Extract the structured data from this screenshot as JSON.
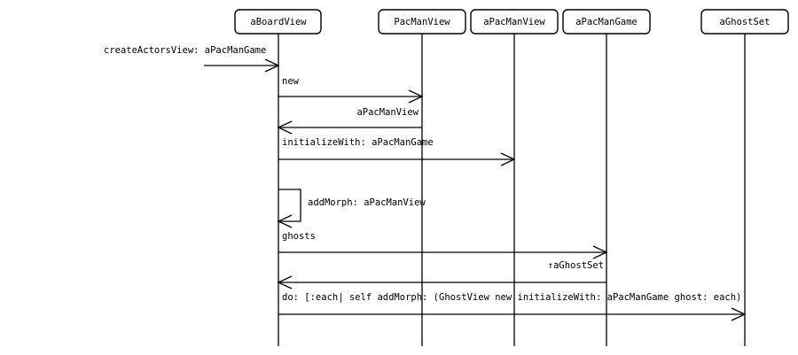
{
  "participants": [
    {
      "id": "aBoardView",
      "label": "aBoardView"
    },
    {
      "id": "PacManView",
      "label": "PacManView"
    },
    {
      "id": "aPacManView",
      "label": "aPacManView"
    },
    {
      "id": "aPacManGame",
      "label": "aPacManGame"
    },
    {
      "id": "aGhostSet",
      "label": "aGhostSet"
    }
  ],
  "messages": [
    {
      "from": "external",
      "to": "aBoardView",
      "label": "createActorsView: aPacManGame",
      "kind": "call"
    },
    {
      "from": "aBoardView",
      "to": "PacManView",
      "label": "new",
      "kind": "call"
    },
    {
      "from": "PacManView",
      "to": "aBoardView",
      "label": "aPacManView",
      "kind": "return"
    },
    {
      "from": "aBoardView",
      "to": "aPacManView",
      "label": "initializeWith: aPacManGame",
      "kind": "call"
    },
    {
      "from": "aBoardView",
      "to": "aBoardView",
      "label": "addMorph: aPacManView",
      "kind": "self"
    },
    {
      "from": "aBoardView",
      "to": "aPacManGame",
      "label": "ghosts",
      "kind": "call"
    },
    {
      "from": "aPacManGame",
      "to": "aBoardView",
      "label": "↑aGhostSet",
      "kind": "return"
    },
    {
      "from": "aBoardView",
      "to": "aGhostSet",
      "label": "do: [:each| self addMorph:  (GhostView new initializeWith: aPacManGame ghost: each)",
      "kind": "call"
    }
  ]
}
